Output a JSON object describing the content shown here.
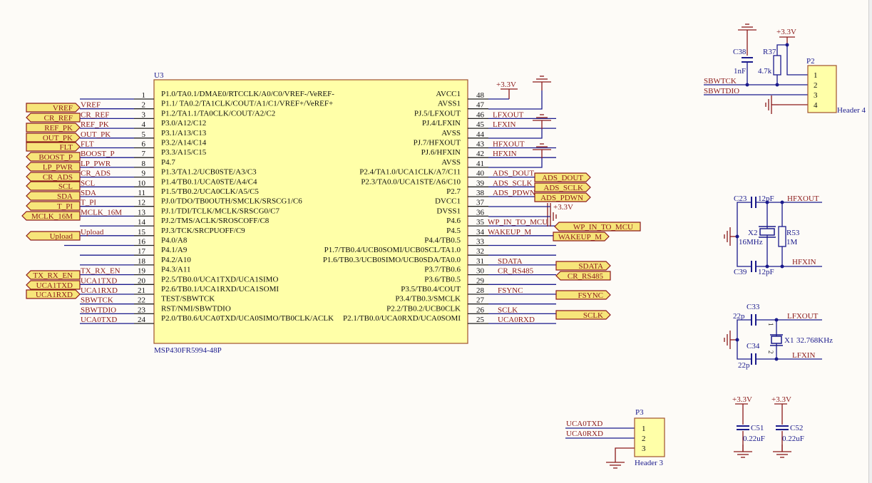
{
  "schematic": {
    "colors": {
      "background": "#fdfbf7",
      "wire": "#1a1a8c",
      "pin_line": "#222222",
      "power": "#8b1a1a",
      "component_body": "#ffffa8",
      "component_border": "#a0522d",
      "net_label_text": "#8b1a1a",
      "designator_text": "#1a1a8c",
      "port_fill": "#f7e57a",
      "port_border": "#8b1a1a",
      "junction": "#1a1a8c"
    },
    "u3": {
      "designator": "U3",
      "part": "MSP430FR5994-48P",
      "left_pins": [
        {
          "num": "1",
          "name": "P1.0/TA0.1/DMAE0/RTCCLK/A0/C0/VREF-/VeREF-",
          "net": ""
        },
        {
          "num": "2",
          "name": "P1.1/  TA0.2/TA1CLK/COUT/A1/C1/VREF+/VeREF+",
          "net": "VREF"
        },
        {
          "num": "3",
          "name": "P1.2/TA1.1/TA0CLK/COUT/A2/C2",
          "net": "CR_REF"
        },
        {
          "num": "4",
          "name": "P3.0/A12/C12",
          "net": "REF_PK"
        },
        {
          "num": "5",
          "name": "P3.1/A13/C13",
          "net": "OUT_PK"
        },
        {
          "num": "6",
          "name": "P3.2/A14/C14",
          "net": "FLT"
        },
        {
          "num": "7",
          "name": "P3.3/A15/C15",
          "net": "BOOST_P"
        },
        {
          "num": "8",
          "name": "P4.7",
          "net": "LP_PWR"
        },
        {
          "num": "9",
          "name": "P1.3/TA1.2/UCB0STE/A3/C3",
          "net": "CR_ADS"
        },
        {
          "num": "10",
          "name": "P1.4/TB0.1/UCA0STE/A4/C4",
          "net": "SCL"
        },
        {
          "num": "11",
          "name": "P1.5/TB0.2/UCA0CLK/A5/C5",
          "net": "SDA"
        },
        {
          "num": "12",
          "name": "PJ.0/TDO/TB0OUTH/SMCLK/SRSCG1/C6",
          "net": "T_PI"
        },
        {
          "num": "13",
          "name": "PJ.1/TDI/TCLK/MCLK/SRSCG0/C7",
          "net": "MCLK_16M"
        },
        {
          "num": "14",
          "name": "PJ.2/TMS/ACLK/SROSCOFF/C8",
          "net": ""
        },
        {
          "num": "15",
          "name": "PJ.3/TCK/SRCPUOFF/C9",
          "net": "Upload"
        },
        {
          "num": "16",
          "name": "P4.0/A8",
          "net": ""
        },
        {
          "num": "17",
          "name": "P4.1/A9",
          "net": ""
        },
        {
          "num": "18",
          "name": "P4.2/A10",
          "net": ""
        },
        {
          "num": "19",
          "name": "P4.3/A11",
          "net": "TX_RX_EN"
        },
        {
          "num": "20",
          "name": "P2.5/TB0.0/UCA1TXD/UCA1SIMO",
          "net": "UCA1TXD"
        },
        {
          "num": "21",
          "name": "P2.6/TB0.1/UCA1RXD/UCA1SOMI",
          "net": "UCA1RXD"
        },
        {
          "num": "22",
          "name": "TEST/SBWTCK",
          "net": "SBWTCK"
        },
        {
          "num": "23",
          "name": "RST/NMI/SBWTDIO",
          "net": "SBWTDIO"
        },
        {
          "num": "24",
          "name": "P2.0/TB0.6/UCA0TXD/UCA0SIMO/TB0CLK/ACLK",
          "net": "UCA0TXD"
        }
      ],
      "right_pins": [
        {
          "num": "48",
          "name": "AVCC1",
          "net": ""
        },
        {
          "num": "47",
          "name": "AVSS1",
          "net": ""
        },
        {
          "num": "46",
          "name": "PJ.5/LFXOUT",
          "net": "LFXOUT"
        },
        {
          "num": "45",
          "name": "PJ.4/LFXIN",
          "net": "LFXIN"
        },
        {
          "num": "44",
          "name": "AVSS",
          "net": ""
        },
        {
          "num": "43",
          "name": "PJ.7/HFXOUT",
          "net": "HFXOUT"
        },
        {
          "num": "42",
          "name": "PJ.6/HFXIN",
          "net": "HFXIN"
        },
        {
          "num": "41",
          "name": "AVSS",
          "net": ""
        },
        {
          "num": "40",
          "name": "P2.4/TA1.0/UCA1CLK/A7/C11",
          "net": "ADS_DOUT"
        },
        {
          "num": "39",
          "name": "P2.3/TA0.0/UCA1STE/A6/C10",
          "net": "ADS_SCLK"
        },
        {
          "num": "38",
          "name": "P2.7",
          "net": "ADS_PDWN"
        },
        {
          "num": "37",
          "name": "DVCC1",
          "net": ""
        },
        {
          "num": "36",
          "name": "DVSS1",
          "net": ""
        },
        {
          "num": "35",
          "name": "P4.6",
          "net": "WP_IN_TO_MCU"
        },
        {
          "num": "34",
          "name": "P4.5",
          "net": "WAKEUP_M"
        },
        {
          "num": "33",
          "name": "P4.4/TB0.5",
          "net": ""
        },
        {
          "num": "32",
          "name": "P1.7/TB0.4/UCB0SOMI/UCB0SCL/TA1.0",
          "net": ""
        },
        {
          "num": "31",
          "name": "P1.6/TB0.3/UCB0SIMO/UCB0SDA/TA0.0",
          "net": "SDATA"
        },
        {
          "num": "30",
          "name": "P3.7/TB0.6",
          "net": "CR_RS485"
        },
        {
          "num": "29",
          "name": "P3.6/TB0.5",
          "net": ""
        },
        {
          "num": "28",
          "name": "P3.5/TB0.4/COUT",
          "net": "FSYNC"
        },
        {
          "num": "27",
          "name": "P3.4/TB0.3/SMCLK",
          "net": ""
        },
        {
          "num": "26",
          "name": "P2.2/TB0.2/UCB0CLK",
          "net": "SCLK"
        },
        {
          "num": "25",
          "name": "P2.1/TB0.0/UCA0RXD/UCA0SOMI",
          "net": "UCA0RXD"
        }
      ],
      "power_labels": {
        "avcc": "+3.3V",
        "dvcc": "+3.3V"
      }
    },
    "left_ports": [
      {
        "label": "VREF",
        "dir": "out"
      },
      {
        "label": "CR_REF",
        "dir": "in"
      },
      {
        "label": "REF_PK",
        "dir": "out"
      },
      {
        "label": "OUT_PK",
        "dir": "out"
      },
      {
        "label": "FLT",
        "dir": "out"
      },
      {
        "label": "BOOST_P",
        "dir": "in"
      },
      {
        "label": "LP_PWR",
        "dir": "in"
      },
      {
        "label": "CR_ADS",
        "dir": "in"
      },
      {
        "label": "SCL",
        "dir": "in"
      },
      {
        "label": "SDA",
        "dir": "in"
      },
      {
        "label": "T_PI",
        "dir": "in"
      },
      {
        "label": "MCLK_16M",
        "dir": "in"
      },
      {
        "label": "Upload",
        "dir": "in"
      },
      {
        "label": "TX_RX_EN",
        "dir": "in"
      },
      {
        "label": "UCA1TXD",
        "dir": "in"
      },
      {
        "label": "UCA1RXD",
        "dir": "out"
      }
    ],
    "right_ports": [
      {
        "label": "ADS_DOUT",
        "dir": "out"
      },
      {
        "label": "ADS_SCLK",
        "dir": "out"
      },
      {
        "label": "ADS_PDWN",
        "dir": "out"
      },
      {
        "label": "WP_IN_TO_MCU",
        "dir": "in"
      },
      {
        "label": "WAKEUP_M",
        "dir": "out"
      },
      {
        "label": "SDATA",
        "dir": "out"
      },
      {
        "label": "CR_RS485",
        "dir": "in"
      },
      {
        "label": "FSYNC",
        "dir": "out"
      },
      {
        "label": "SCLK",
        "dir": "out"
      }
    ],
    "p2": {
      "designator": "P2",
      "part": "Header 4",
      "pins": [
        "1",
        "2",
        "3",
        "4"
      ],
      "nets": [
        "SBWTCK",
        "SBWTDIO"
      ],
      "power": "+3.3V",
      "c38": {
        "designator": "C38",
        "value": "1nF"
      },
      "r37": {
        "designator": "R37",
        "value": "4.7k"
      }
    },
    "hf_crystal": {
      "c23": {
        "designator": "C23",
        "value": "12pF"
      },
      "c39": {
        "designator": "C39",
        "value": "12pF"
      },
      "x2": {
        "designator": "X2",
        "value": "16MHz"
      },
      "r53": {
        "designator": "R53",
        "value": "1M"
      },
      "nets": {
        "out": "HFXOUT",
        "in": "HFXIN"
      }
    },
    "lf_crystal": {
      "c33": {
        "designator": "C33",
        "value": "22p"
      },
      "c34": {
        "designator": "C34",
        "value": "22p"
      },
      "x1": {
        "designator": "X1",
        "value": "32.768KHz",
        "pin1": "1",
        "pin2": "2"
      },
      "nets": {
        "out": "LFXOUT",
        "in": "LFXIN"
      }
    },
    "decoupling": [
      {
        "designator": "C51",
        "value": "0.22uF",
        "power": "+3.3V"
      },
      {
        "designator": "C52",
        "value": "0.22uF",
        "power": "+3.3V"
      }
    ],
    "p3": {
      "designator": "P3",
      "part": "Header 3",
      "pins": [
        "1",
        "2",
        "3"
      ],
      "nets": [
        "UCA0TXD",
        "UCA0RXD"
      ]
    }
  }
}
